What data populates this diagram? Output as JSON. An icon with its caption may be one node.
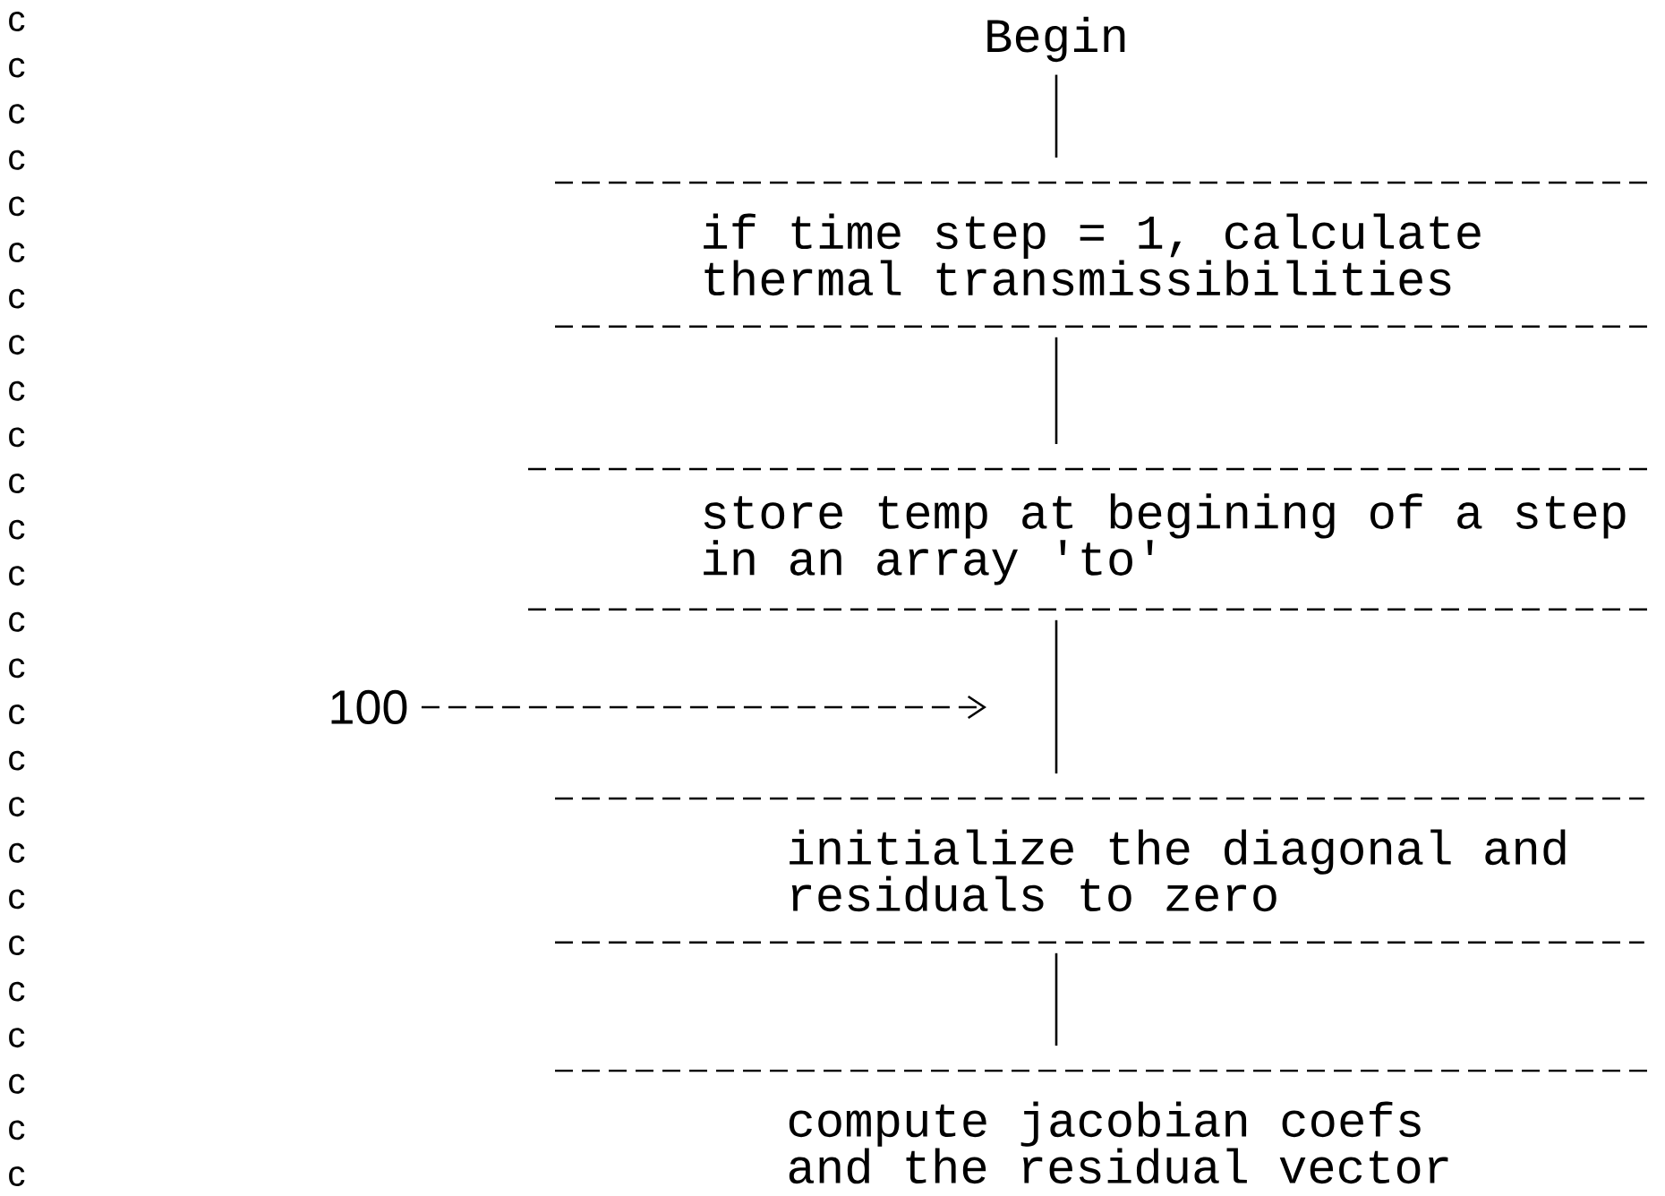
{
  "diagram": {
    "nodes": [
      {
        "text": [
          "Begin"
        ]
      },
      {
        "text": [
          "if time step = 1, calculate thermal transmissibilities"
        ]
      },
      {
        "text": [
          "store temp at begining of a step in an array 'to'"
        ]
      },
      {
        "text": [
          "100"
        ]
      },
      {
        "text": [
          "initialize the diagonal and residuals to zero"
        ]
      },
      {
        "text": [
          "compute jacobian coefs and the residual vector"
        ]
      }
    ],
    "edges": [
      {
        "from": 0,
        "to": 1,
        "arrow": "none"
      },
      {
        "from": 1,
        "to": 2,
        "arrow": "none"
      },
      {
        "from": 2,
        "to": 4,
        "arrow": "none"
      },
      {
        "from": 3,
        "to": null,
        "arrow": "to",
        "style": "dashed"
      },
      {
        "from": 4,
        "to": 5,
        "arrow": "none"
      }
    ],
    "labels": [
      "c",
      "c",
      "c",
      "c",
      "c",
      "c",
      "c",
      "c",
      "c",
      "c",
      "c",
      "c",
      "c",
      "c",
      "c",
      "c",
      "c",
      "c",
      "c",
      "c",
      "c",
      "c",
      "c",
      "c",
      "c",
      "c"
    ]
  }
}
